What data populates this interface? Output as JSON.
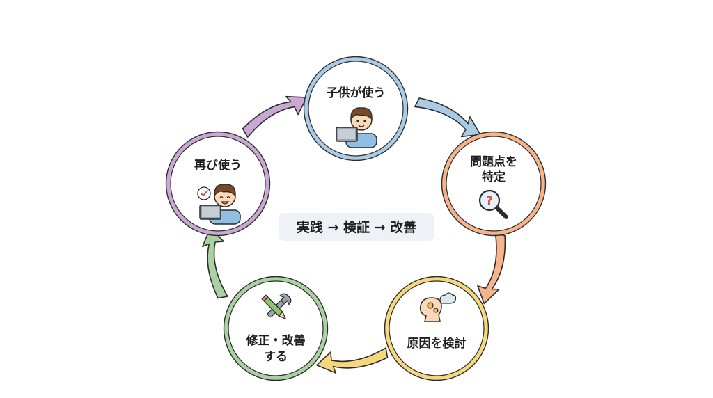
{
  "center": {
    "label": "実践 → 検証 → 改善"
  },
  "steps": [
    {
      "lines": [
        "子供が使う"
      ],
      "color": "#a9cbe6",
      "arrow_color": "#a9cbe6",
      "icon": "child-tablet-icon"
    },
    {
      "lines": [
        "問題点を",
        "特定"
      ],
      "color": "#f6b38c",
      "arrow_color": "#f6b38c",
      "icon": "magnifier-question-icon"
    },
    {
      "lines": [
        "原因を検討"
      ],
      "color": "#f5d77c",
      "arrow_color": "#f5d77c",
      "icon": "head-gears-icon"
    },
    {
      "lines": [
        "修正・改善",
        "する"
      ],
      "color": "#a9d1a1",
      "arrow_color": "#a9d1a1",
      "icon": "wrench-pencil-icon"
    },
    {
      "lines": [
        "再び使う"
      ],
      "color": "#c9a8d3",
      "arrow_color": "#c9a8d3",
      "icon": "child-tablet-check-icon"
    }
  ],
  "colors": {
    "outline": "#2b2b2b",
    "center_bg": "#eef1f5",
    "skin": "#fcd9b8",
    "hair": "#7a4a25",
    "shirt": "#8fbfe3",
    "tablet": "#9aa4ad"
  }
}
